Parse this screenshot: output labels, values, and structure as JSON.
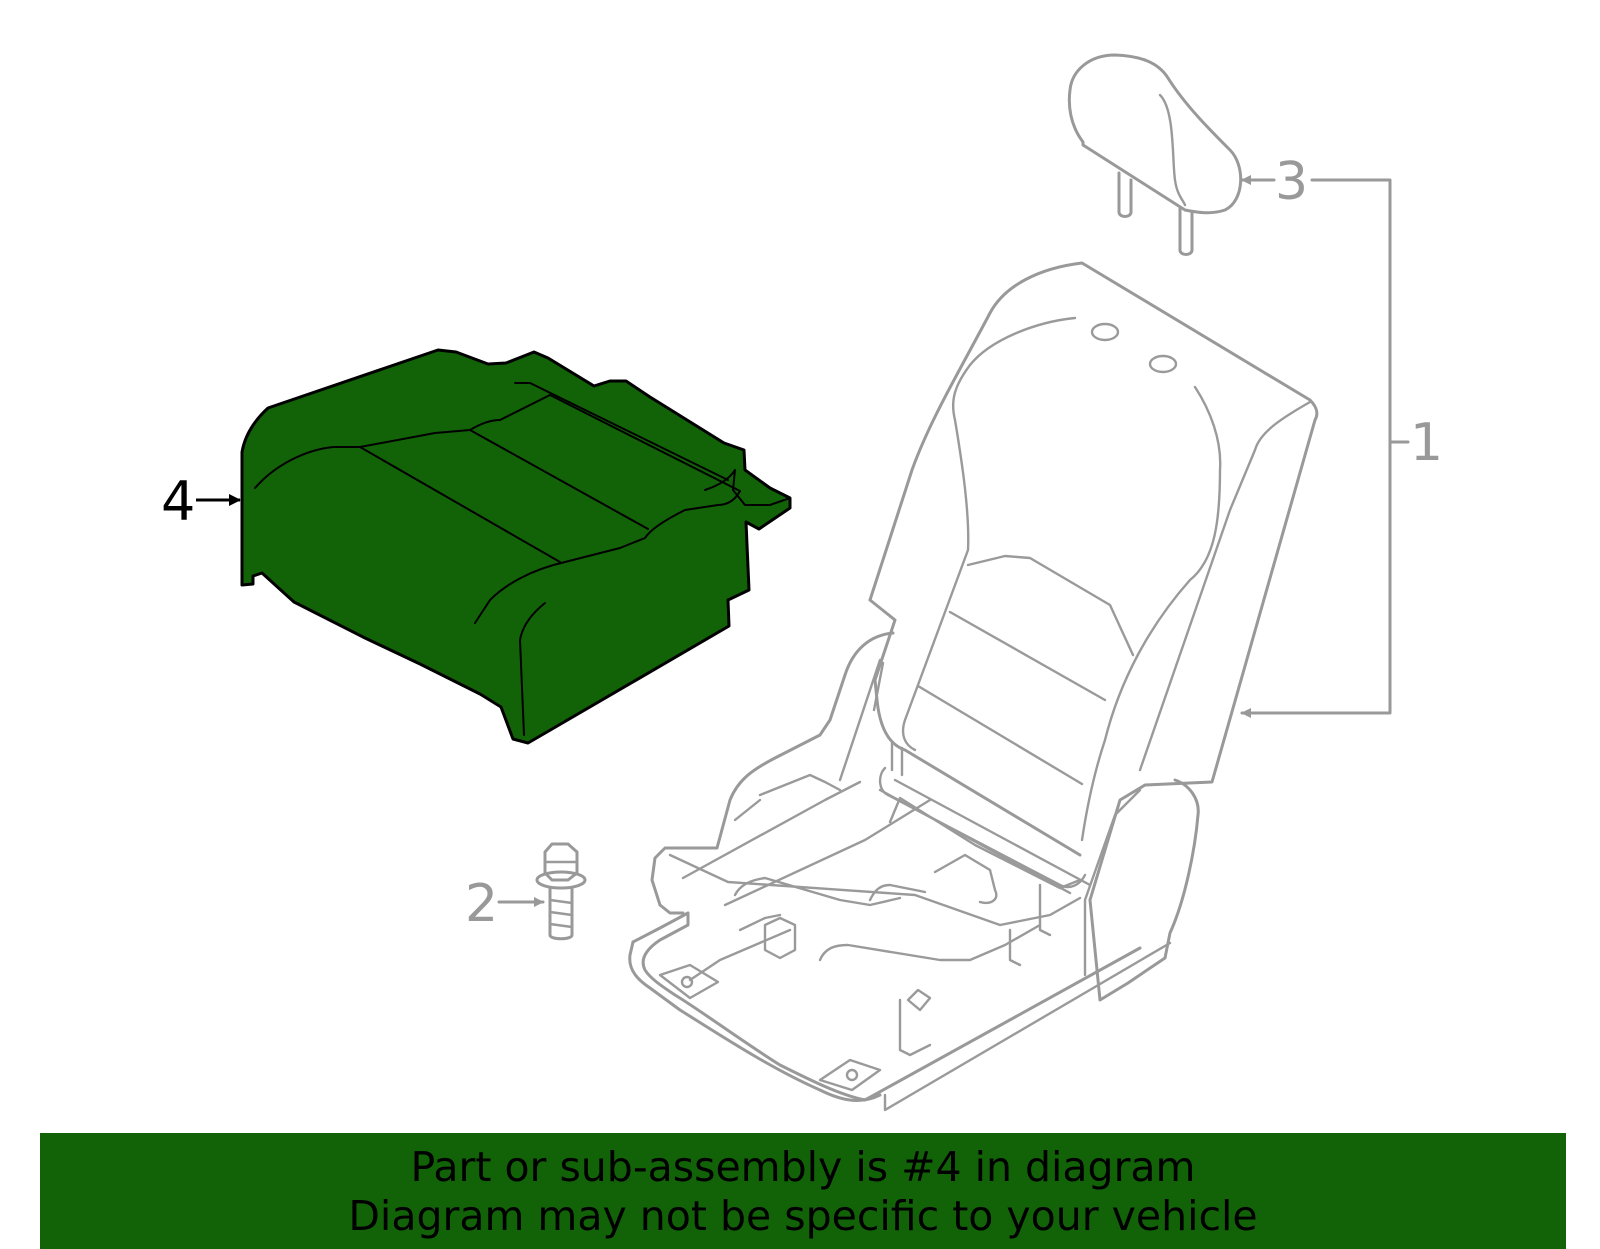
{
  "callouts": {
    "part_1": "1",
    "part_2": "2",
    "part_3": "3",
    "part_4": "4"
  },
  "highlight_color": "#126308",
  "outline_color": "#999999",
  "banner": {
    "line1": "Part or sub-assembly is #4 in diagram",
    "line2": "Diagram may not be specific to your vehicle"
  }
}
